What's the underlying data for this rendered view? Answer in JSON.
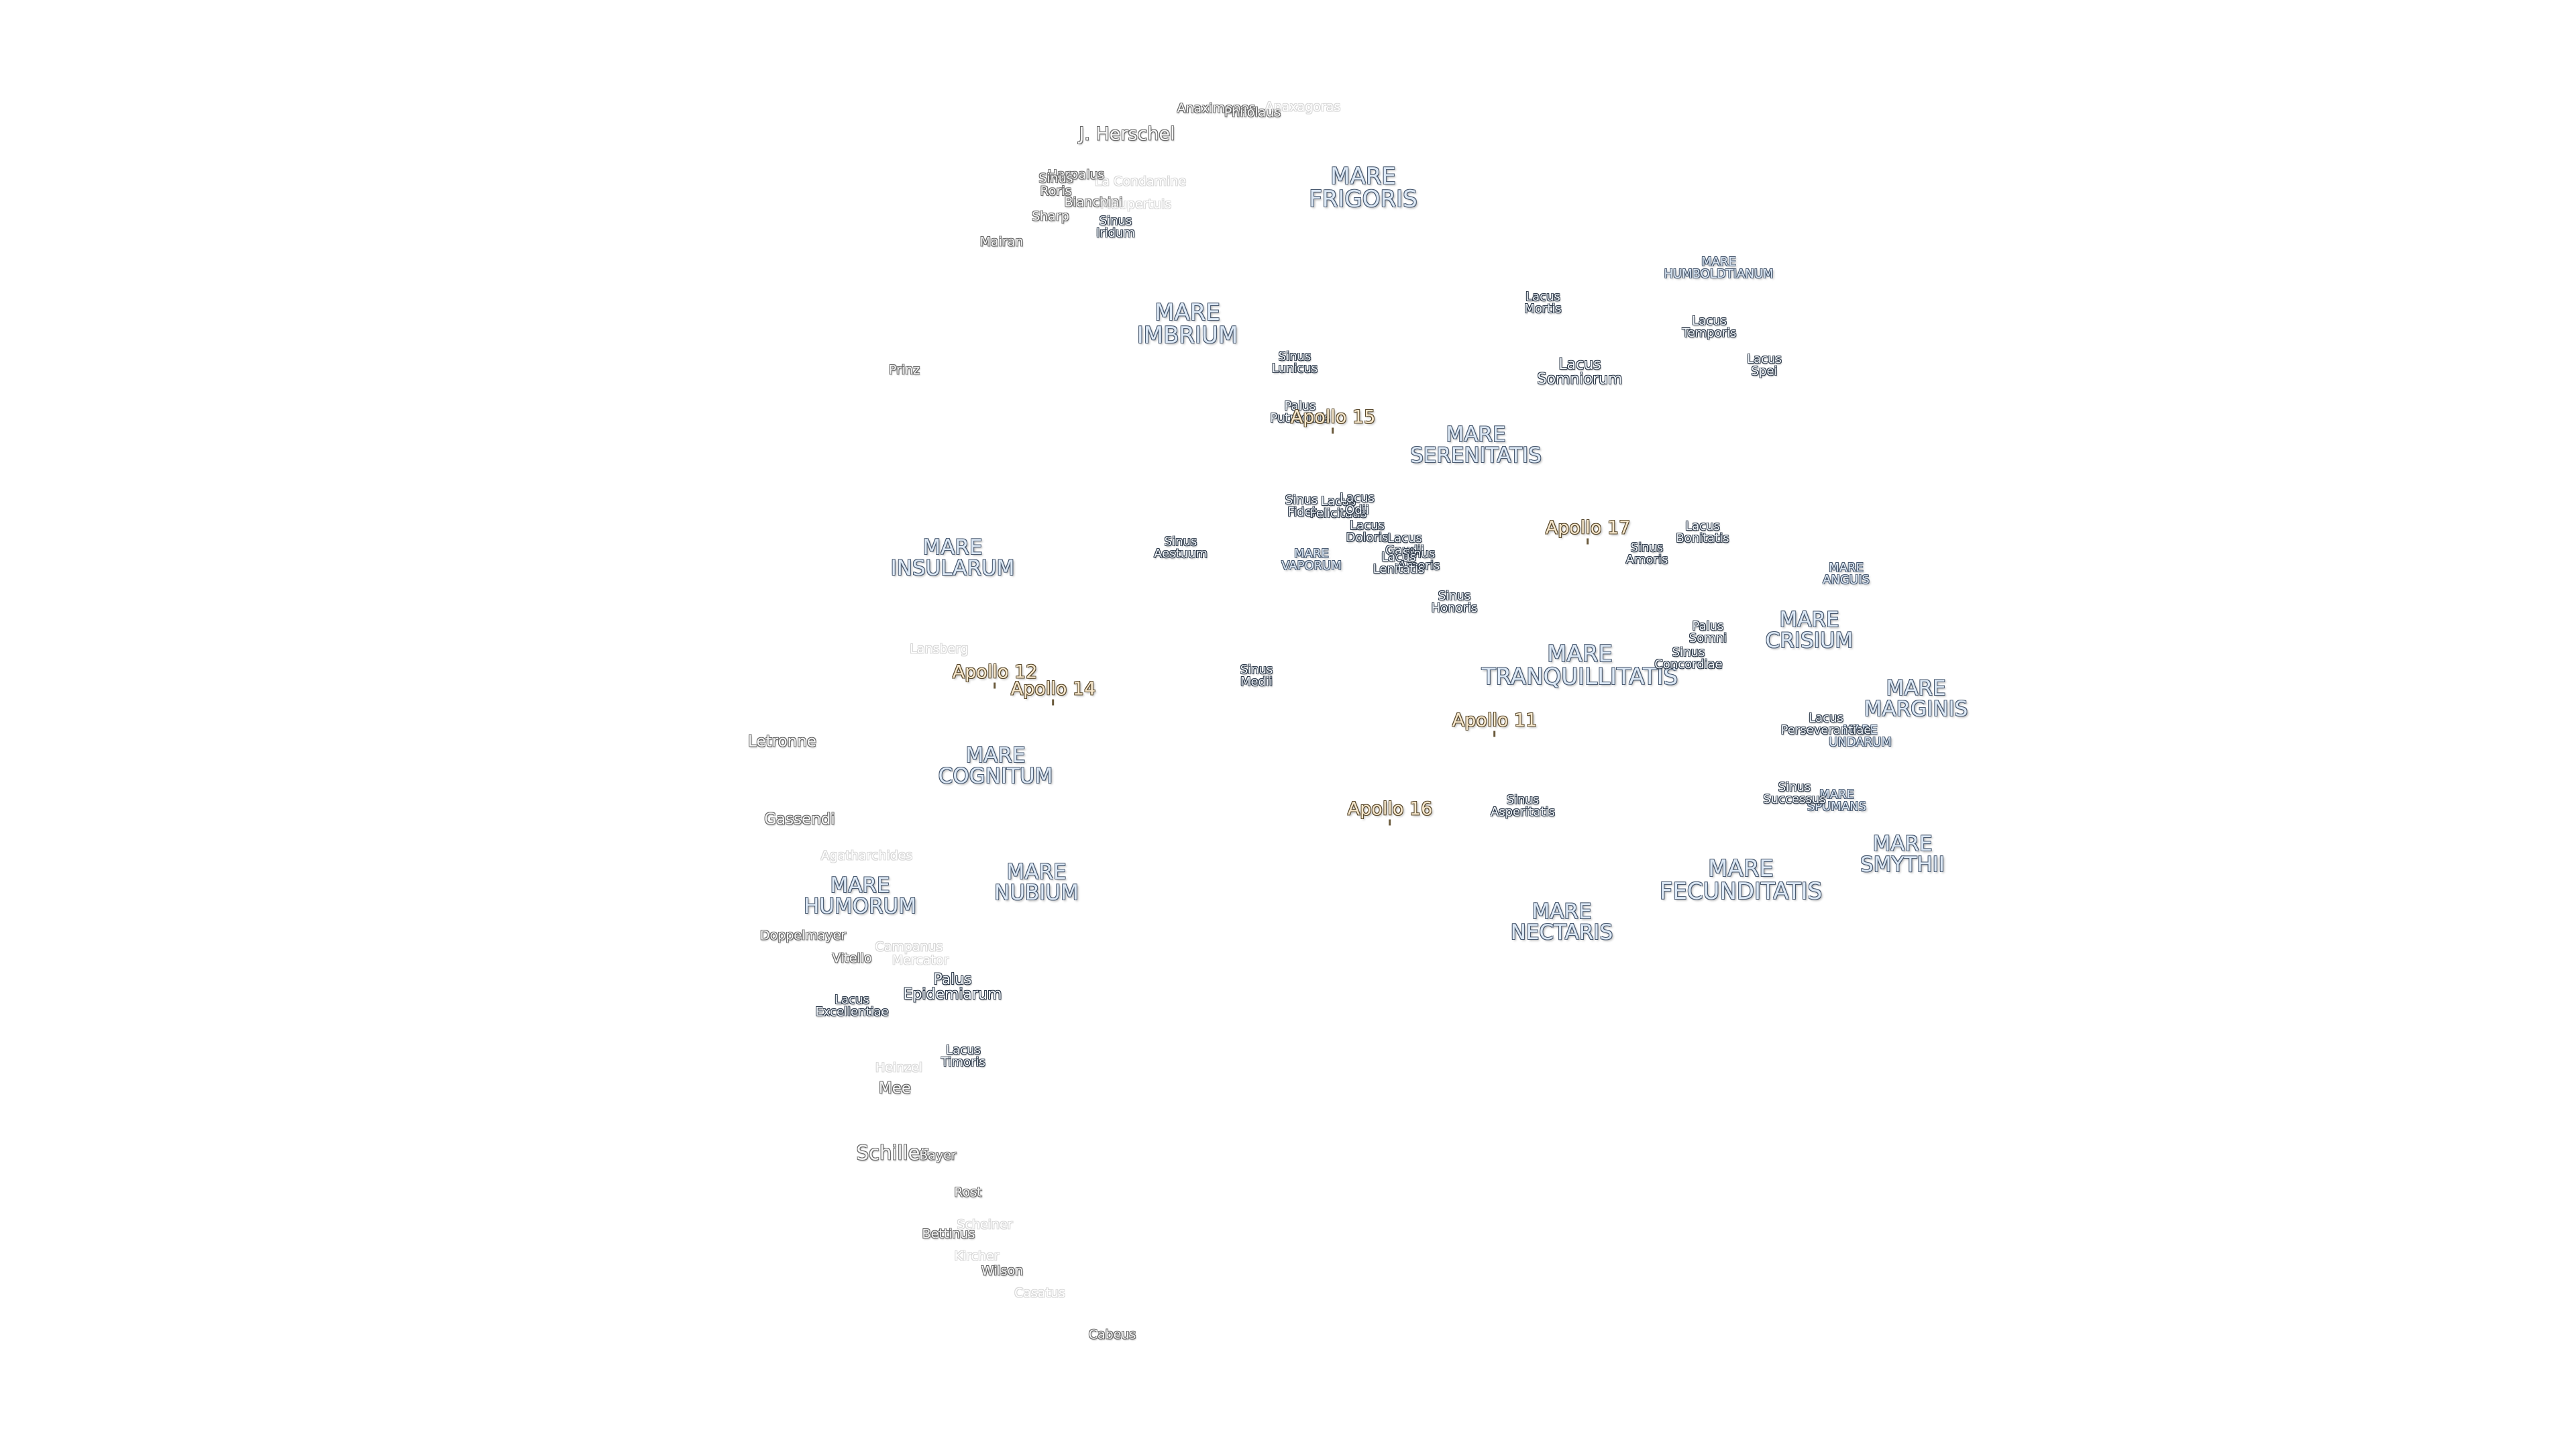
{
  "labels": [
    {
      "id": "mare-frigoris",
      "type": "mare",
      "lines": [
        "MARE",
        "FRIGORIS"
      ]
    },
    {
      "id": "mare-imbrium",
      "type": "mare",
      "lines": [
        "MARE",
        "IMBRIUM"
      ]
    },
    {
      "id": "mare-serenitatis",
      "type": "mare",
      "lines": [
        "MARE",
        "SERENITATIS"
      ]
    },
    {
      "id": "mare-insularum",
      "type": "mare",
      "lines": [
        "MARE",
        "INSULARUM"
      ]
    },
    {
      "id": "mare-tranquillitatis",
      "type": "mare",
      "lines": [
        "MARE",
        "TRANQUILLITATIS"
      ]
    },
    {
      "id": "mare-crisium",
      "type": "mare",
      "lines": [
        "MARE",
        "CRISIUM"
      ]
    },
    {
      "id": "mare-marginis",
      "type": "mare",
      "lines": [
        "MARE",
        "MARGINIS"
      ]
    },
    {
      "id": "mare-cognitum",
      "type": "mare",
      "lines": [
        "MARE",
        "COGNITUM"
      ]
    },
    {
      "id": "mare-humorum",
      "type": "mare",
      "lines": [
        "MARE",
        "HUMORUM"
      ]
    },
    {
      "id": "mare-nubium",
      "type": "mare",
      "lines": [
        "MARE",
        "NUBIUM"
      ]
    },
    {
      "id": "mare-fecunditatis",
      "type": "mare",
      "lines": [
        "MARE",
        "FECUNDITATIS"
      ]
    },
    {
      "id": "mare-nectaris",
      "type": "mare",
      "lines": [
        "MARE",
        "NECTARIS"
      ]
    },
    {
      "id": "mare-smythii",
      "type": "mare",
      "lines": [
        "MARE",
        "SMYTHII"
      ]
    },
    {
      "id": "mare-humboldtianum",
      "type": "mare",
      "lines": [
        "MARE",
        "HUMBOLDTIANUM"
      ]
    },
    {
      "id": "mare-vaporum",
      "type": "mare",
      "lines": [
        "MARE",
        "VAPORUM"
      ]
    },
    {
      "id": "mare-anguis",
      "type": "mare",
      "lines": [
        "MARE",
        "ANGUIS"
      ]
    },
    {
      "id": "mare-undarum",
      "type": "mare",
      "lines": [
        "MARE",
        "UNDARUM"
      ]
    },
    {
      "id": "mare-spumans",
      "type": "mare",
      "lines": [
        "MARE",
        "SPUMANS"
      ]
    },
    {
      "id": "sinus-iridum",
      "type": "small",
      "lines": [
        "Sinus",
        "Iridum"
      ]
    },
    {
      "id": "sinus-lunicus",
      "type": "small",
      "lines": [
        "Sinus",
        "Lunicus"
      ]
    },
    {
      "id": "palus-putredinis",
      "type": "small",
      "lines": [
        "Palus",
        "Putredinis"
      ]
    },
    {
      "id": "sinus-fidei",
      "type": "small",
      "lines": [
        "Sinus",
        "Fidei"
      ]
    },
    {
      "id": "lacus-felicitatis",
      "type": "small",
      "lines": [
        "Lacus",
        "Felicitatis"
      ]
    },
    {
      "id": "lacus-odii",
      "type": "small",
      "lines": [
        "Lacus",
        "Odii"
      ]
    },
    {
      "id": "lacus-doloris",
      "type": "small",
      "lines": [
        "Lacus",
        "Doloris"
      ]
    },
    {
      "id": "lacus-gaudii",
      "type": "small",
      "lines": [
        "Lacus",
        "Gaudii"
      ]
    },
    {
      "id": "sinus-amoris-west",
      "type": "small",
      "lines": [
        "Sinus",
        "Amoris"
      ]
    },
    {
      "id": "lacus-lenitatis",
      "type": "small",
      "lines": [
        "Lacus",
        "Lenitatis"
      ]
    },
    {
      "id": "sinus-honoris",
      "type": "small",
      "lines": [
        "Sinus",
        "Honoris"
      ]
    },
    {
      "id": "sinus-aestuum",
      "type": "small",
      "lines": [
        "Sinus",
        "Aestuum"
      ]
    },
    {
      "id": "sinus-medii",
      "type": "small",
      "lines": [
        "Sinus",
        "Medii"
      ]
    },
    {
      "id": "lacus-mortis",
      "type": "small",
      "lines": [
        "Lacus",
        "Mortis"
      ]
    },
    {
      "id": "lacus-temporis",
      "type": "small",
      "lines": [
        "Lacus",
        "Temporis"
      ]
    },
    {
      "id": "lacus-spei",
      "type": "small",
      "lines": [
        "Lacus",
        "Spei"
      ]
    },
    {
      "id": "lacus-somniorum",
      "type": "small-mid",
      "lines": [
        "Lacus",
        "Somniorum"
      ]
    },
    {
      "id": "lacus-bonitatis",
      "type": "small",
      "lines": [
        "Lacus",
        "Bonitatis"
      ]
    },
    {
      "id": "sinus-amoris",
      "type": "small",
      "lines": [
        "Sinus",
        "Amoris"
      ]
    },
    {
      "id": "palus-somni",
      "type": "small",
      "lines": [
        "Palus",
        "Somni"
      ]
    },
    {
      "id": "sinus-concordiae",
      "type": "small",
      "lines": [
        "Sinus",
        "Concordiae"
      ]
    },
    {
      "id": "lacus-perseverantiae",
      "type": "small",
      "lines": [
        "Lacus",
        "Perseverantiae"
      ]
    },
    {
      "id": "sinus-successus",
      "type": "small",
      "lines": [
        "Sinus",
        "Successus"
      ]
    },
    {
      "id": "sinus-asperitatis",
      "type": "small",
      "lines": [
        "Sinus",
        "Asperitatis"
      ]
    },
    {
      "id": "palus-epidemiarum",
      "type": "small-mid",
      "lines": [
        "Palus",
        "Epidemiarum"
      ]
    },
    {
      "id": "lacus-excellentiae",
      "type": "small",
      "lines": [
        "Lacus",
        "Excellentiae"
      ]
    },
    {
      "id": "lacus-timoris",
      "type": "small",
      "lines": [
        "Lacus",
        "Timoris"
      ]
    },
    {
      "id": "apollo-15",
      "type": "apollo",
      "lines": [
        "Apollo 15"
      ]
    },
    {
      "id": "apollo-17",
      "type": "apollo",
      "lines": [
        "Apollo 17"
      ]
    },
    {
      "id": "apollo-12",
      "type": "apollo",
      "lines": [
        "Apollo 12"
      ]
    },
    {
      "id": "apollo-14",
      "type": "apollo",
      "lines": [
        "Apollo 14"
      ]
    },
    {
      "id": "apollo-11",
      "type": "apollo",
      "lines": [
        "Apollo 11"
      ]
    },
    {
      "id": "apollo-16",
      "type": "apollo",
      "lines": [
        "Apollo 16"
      ]
    },
    {
      "id": "anaximenes",
      "type": "crater",
      "lines": [
        "Anaximenes"
      ]
    },
    {
      "id": "philolaus",
      "type": "crater",
      "lines": [
        "Philolaus"
      ]
    },
    {
      "id": "anaxagoras",
      "type": "crater-faint",
      "lines": [
        "Anaxagoras"
      ]
    },
    {
      "id": "j-herschel",
      "type": "crater-lg",
      "lines": [
        "J. Herschel"
      ]
    },
    {
      "id": "harpalus",
      "type": "crater",
      "lines": [
        "Harpalus"
      ]
    },
    {
      "id": "sinus-roris",
      "type": "crater",
      "lines": [
        "Sinus",
        "Roris"
      ]
    },
    {
      "id": "la-condamine",
      "type": "crater-faint",
      "lines": [
        "La Condamine"
      ]
    },
    {
      "id": "bianchini",
      "type": "crater",
      "lines": [
        "Bianchini"
      ]
    },
    {
      "id": "maupertuis",
      "type": "crater-faint",
      "lines": [
        "Maupertuis"
      ]
    },
    {
      "id": "sharp",
      "type": "crater",
      "lines": [
        "Sharp"
      ]
    },
    {
      "id": "mairan",
      "type": "crater",
      "lines": [
        "Mairan"
      ]
    },
    {
      "id": "prinz",
      "type": "crater",
      "lines": [
        "Prinz"
      ]
    },
    {
      "id": "lansberg",
      "type": "crater-faint",
      "lines": [
        "Lansberg"
      ]
    },
    {
      "id": "letronne",
      "type": "crater-md",
      "lines": [
        "Letronne"
      ]
    },
    {
      "id": "gassendi",
      "type": "crater-md",
      "lines": [
        "Gassendi"
      ]
    },
    {
      "id": "agatharchides",
      "type": "crater-faint",
      "lines": [
        "Agatharchides"
      ]
    },
    {
      "id": "vitello",
      "type": "crater",
      "lines": [
        "Vitello"
      ]
    },
    {
      "id": "doppelmayer",
      "type": "crater",
      "lines": [
        "Doppelmayer"
      ]
    },
    {
      "id": "campanus",
      "type": "crater-faint",
      "lines": [
        "Campanus"
      ]
    },
    {
      "id": "mercator",
      "type": "crater-faint",
      "lines": [
        "Mercator"
      ]
    },
    {
      "id": "heinzel",
      "type": "crater-faint",
      "lines": [
        "Heinzel"
      ]
    },
    {
      "id": "mee",
      "type": "crater-md",
      "lines": [
        "Mee"
      ]
    },
    {
      "id": "schiller",
      "type": "crater-xl",
      "lines": [
        "Schiller"
      ]
    },
    {
      "id": "bayer",
      "type": "crater",
      "lines": [
        "Bayer"
      ]
    },
    {
      "id": "rost",
      "type": "crater",
      "lines": [
        "Rost"
      ]
    },
    {
      "id": "scheiner",
      "type": "crater-faint",
      "lines": [
        "Scheiner"
      ]
    },
    {
      "id": "bettinus",
      "type": "crater",
      "lines": [
        "Bettinus"
      ]
    },
    {
      "id": "kircher",
      "type": "crater-faint",
      "lines": [
        "Kircher"
      ]
    },
    {
      "id": "wilson",
      "type": "crater",
      "lines": [
        "Wilson"
      ]
    },
    {
      "id": "casatus",
      "type": "crater-faint",
      "lines": [
        "Casatus"
      ]
    },
    {
      "id": "cabeus",
      "type": "crater",
      "lines": [
        "Cabeus"
      ]
    }
  ]
}
